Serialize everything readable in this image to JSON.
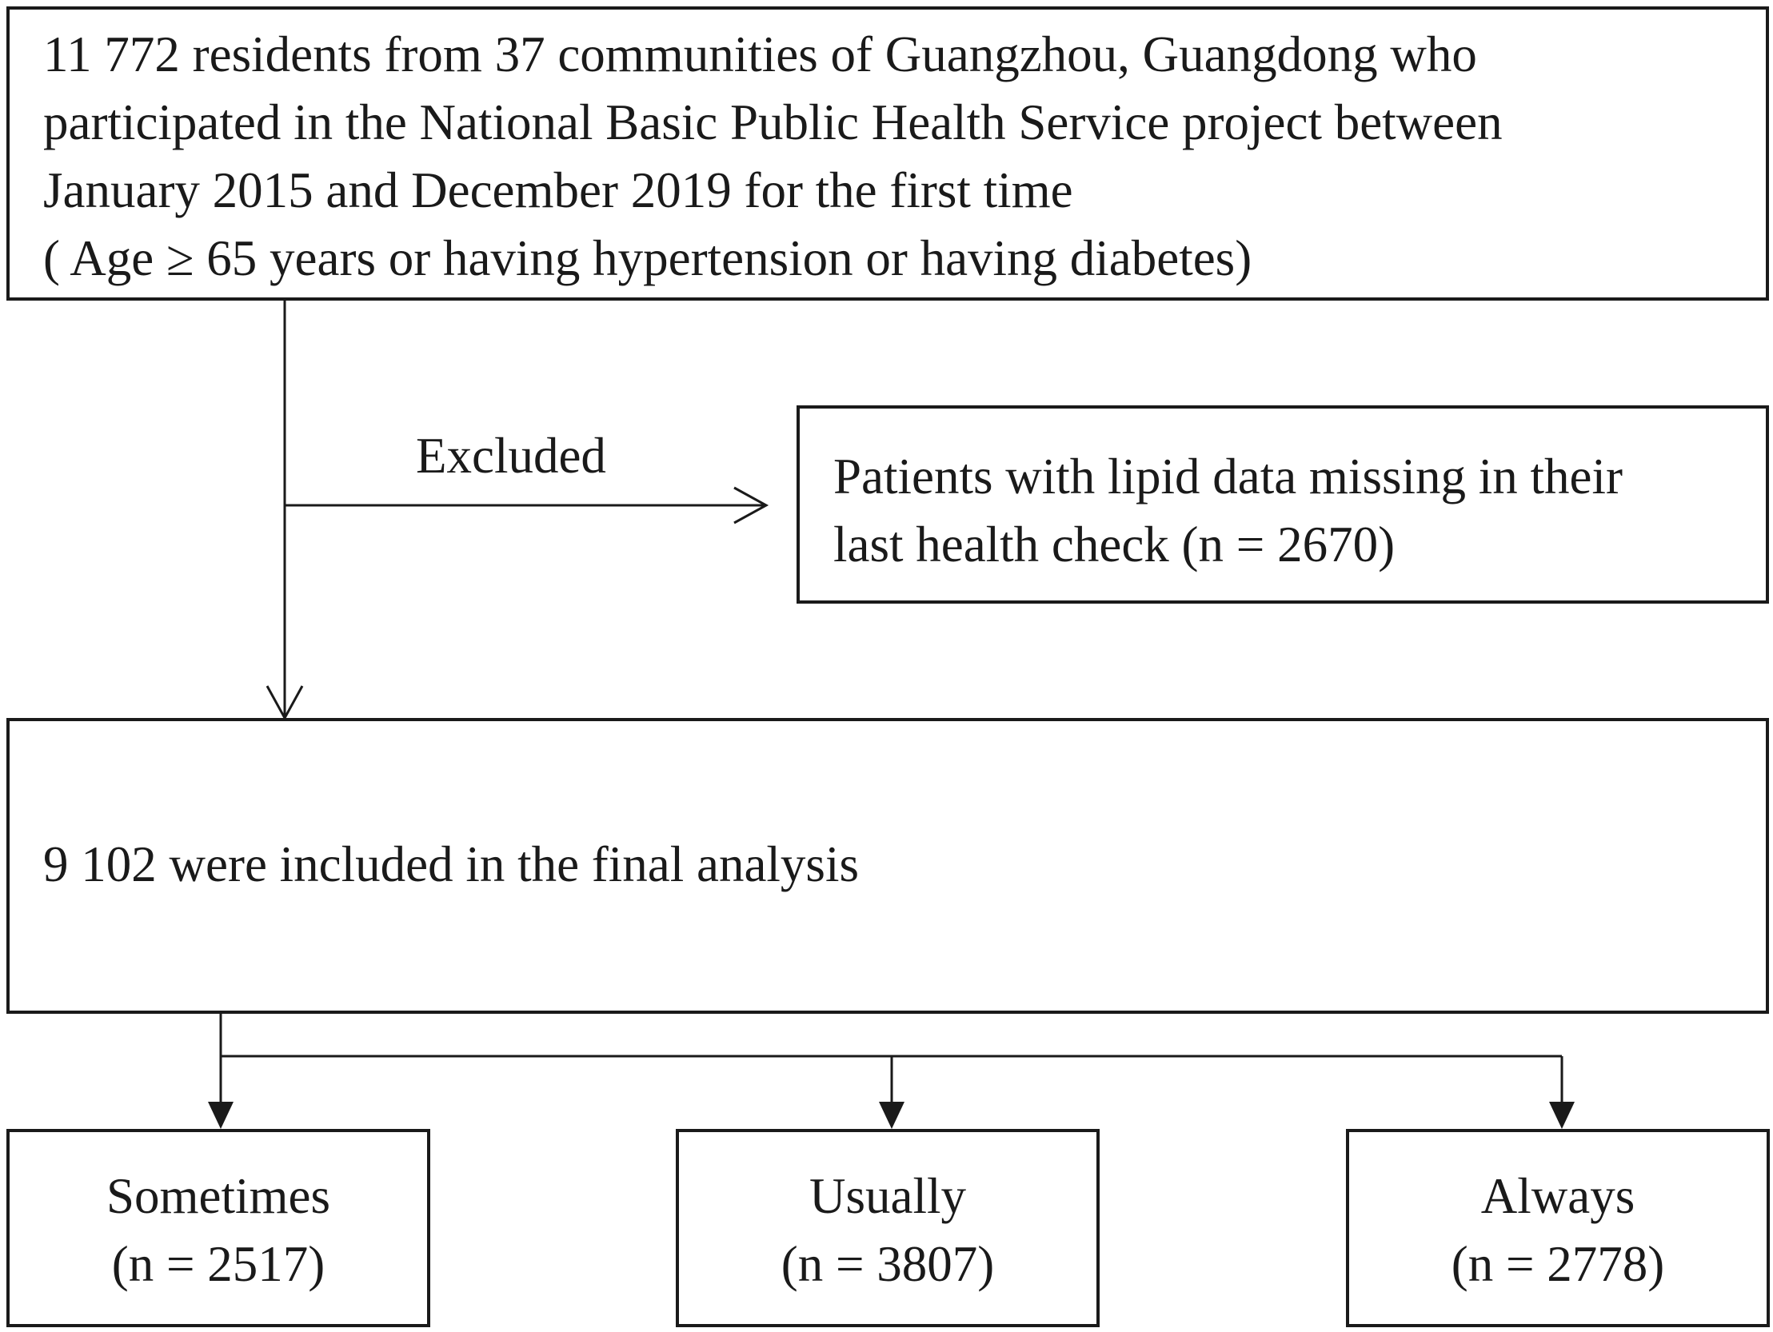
{
  "flowchart": {
    "top_box": {
      "lines": [
        "11 772 residents from 37 communities of Guangzhou, Guangdong who",
        "participated in the National Basic Public Health Service project between",
        "January 2015 and December 2019 for the first time",
        "( Age ≥ 65 years or having hypertension or having diabetes)"
      ]
    },
    "excluded_label": "Excluded",
    "excluded_box": {
      "lines": [
        "Patients with lipid data missing in their",
        "last health check (n = 2670)"
      ]
    },
    "middle_box": {
      "text": "9 102 were included in the final analysis"
    },
    "groups": [
      {
        "label": "Sometimes",
        "count": "(n = 2517)"
      },
      {
        "label": "Usually",
        "count": "(n = 3807)"
      },
      {
        "label": "Always",
        "count": "(n = 2778)"
      }
    ]
  },
  "colors": {
    "line": "#1a1a1a",
    "background": "#ffffff"
  }
}
